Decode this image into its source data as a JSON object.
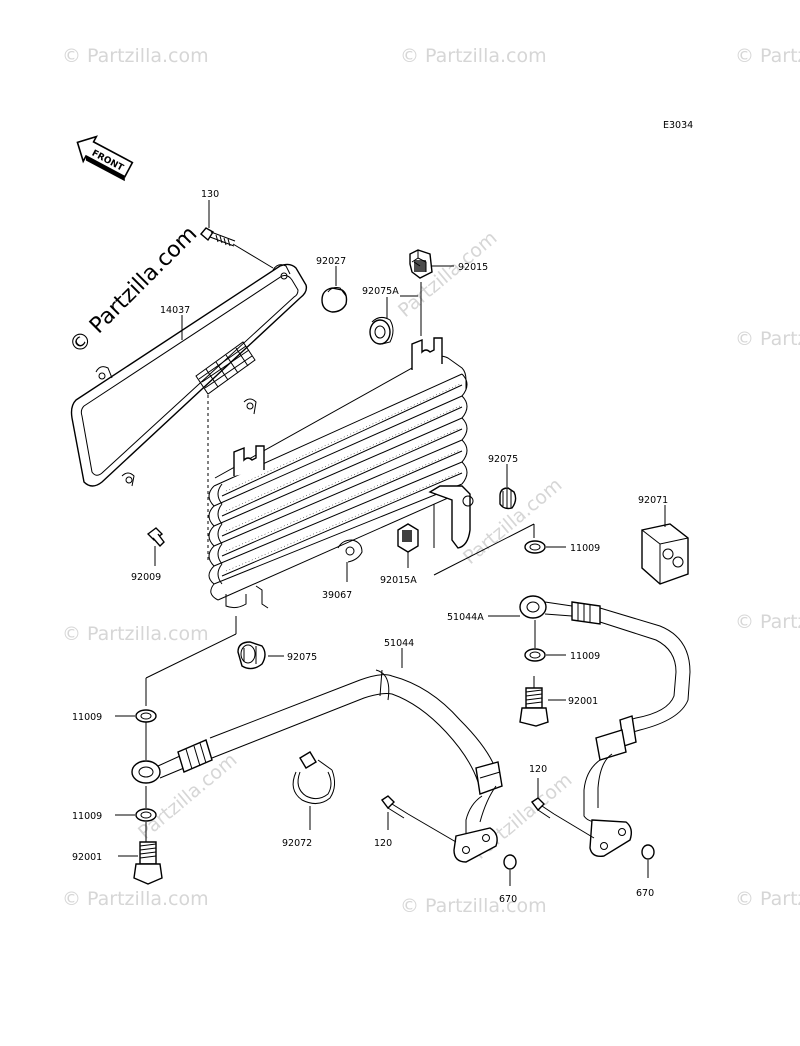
{
  "diagram_code": "E3034",
  "front_label": "FRONT",
  "watermark": "© Partzilla.com",
  "watermark_small": "Partzilla.com",
  "parts": {
    "p130": "130",
    "p14037": "14037",
    "p92027": "92027",
    "p92015": "92015",
    "p92075A": "92075A",
    "p92075_top": "92075",
    "p92071": "92071",
    "p92009": "92009",
    "p39067": "39067",
    "p92015A": "92015A",
    "p11009_a": "11009",
    "p51044A": "51044A",
    "p11009_b": "11009",
    "p92075_mid": "92075",
    "p51044": "51044",
    "p92001_r": "92001",
    "p11009_c": "11009",
    "p120_r": "120",
    "p11009_d": "11009",
    "p92072": "92072",
    "p120_m": "120",
    "p92001_l": "92001",
    "p670_m": "670",
    "p670_r": "670"
  }
}
